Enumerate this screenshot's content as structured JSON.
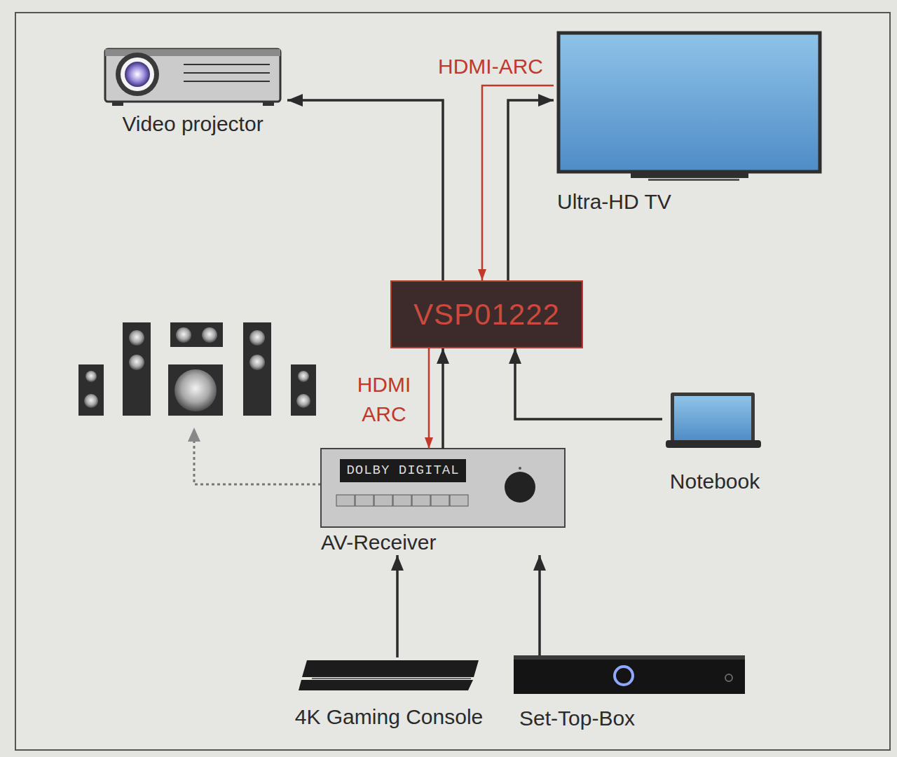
{
  "diagram": {
    "nodes": [
      {
        "text": [
          "Video projector"
        ]
      },
      {
        "text": [
          "Ultra-HD TV"
        ]
      },
      {
        "text": [
          "VSP01222"
        ]
      },
      {
        "text": [
          "DOLBY DIGITAL",
          "AV-Receiver"
        ]
      },
      {
        "text": [
          "Notebook"
        ]
      },
      {
        "text": [
          "4K Gaming Console"
        ]
      },
      {
        "text": [
          "Set-Top-Box"
        ]
      }
    ],
    "edges": [
      {
        "from": 2,
        "to": 0,
        "arrow": "to"
      },
      {
        "from": 2,
        "to": 1,
        "arrow": "to"
      },
      {
        "from": 1,
        "to": 2,
        "label": "HDMI-ARC",
        "arrow": "to"
      },
      {
        "from": 3,
        "to": 2,
        "arrow": "to"
      },
      {
        "from": 2,
        "to": 3,
        "label": "HDMI ARC",
        "arrow": "to"
      },
      {
        "from": 4,
        "to": 2,
        "arrow": "to"
      },
      {
        "from": 5,
        "to": 3,
        "arrow": "to"
      },
      {
        "from": 6,
        "to": 3,
        "arrow": "to"
      }
    ]
  }
}
